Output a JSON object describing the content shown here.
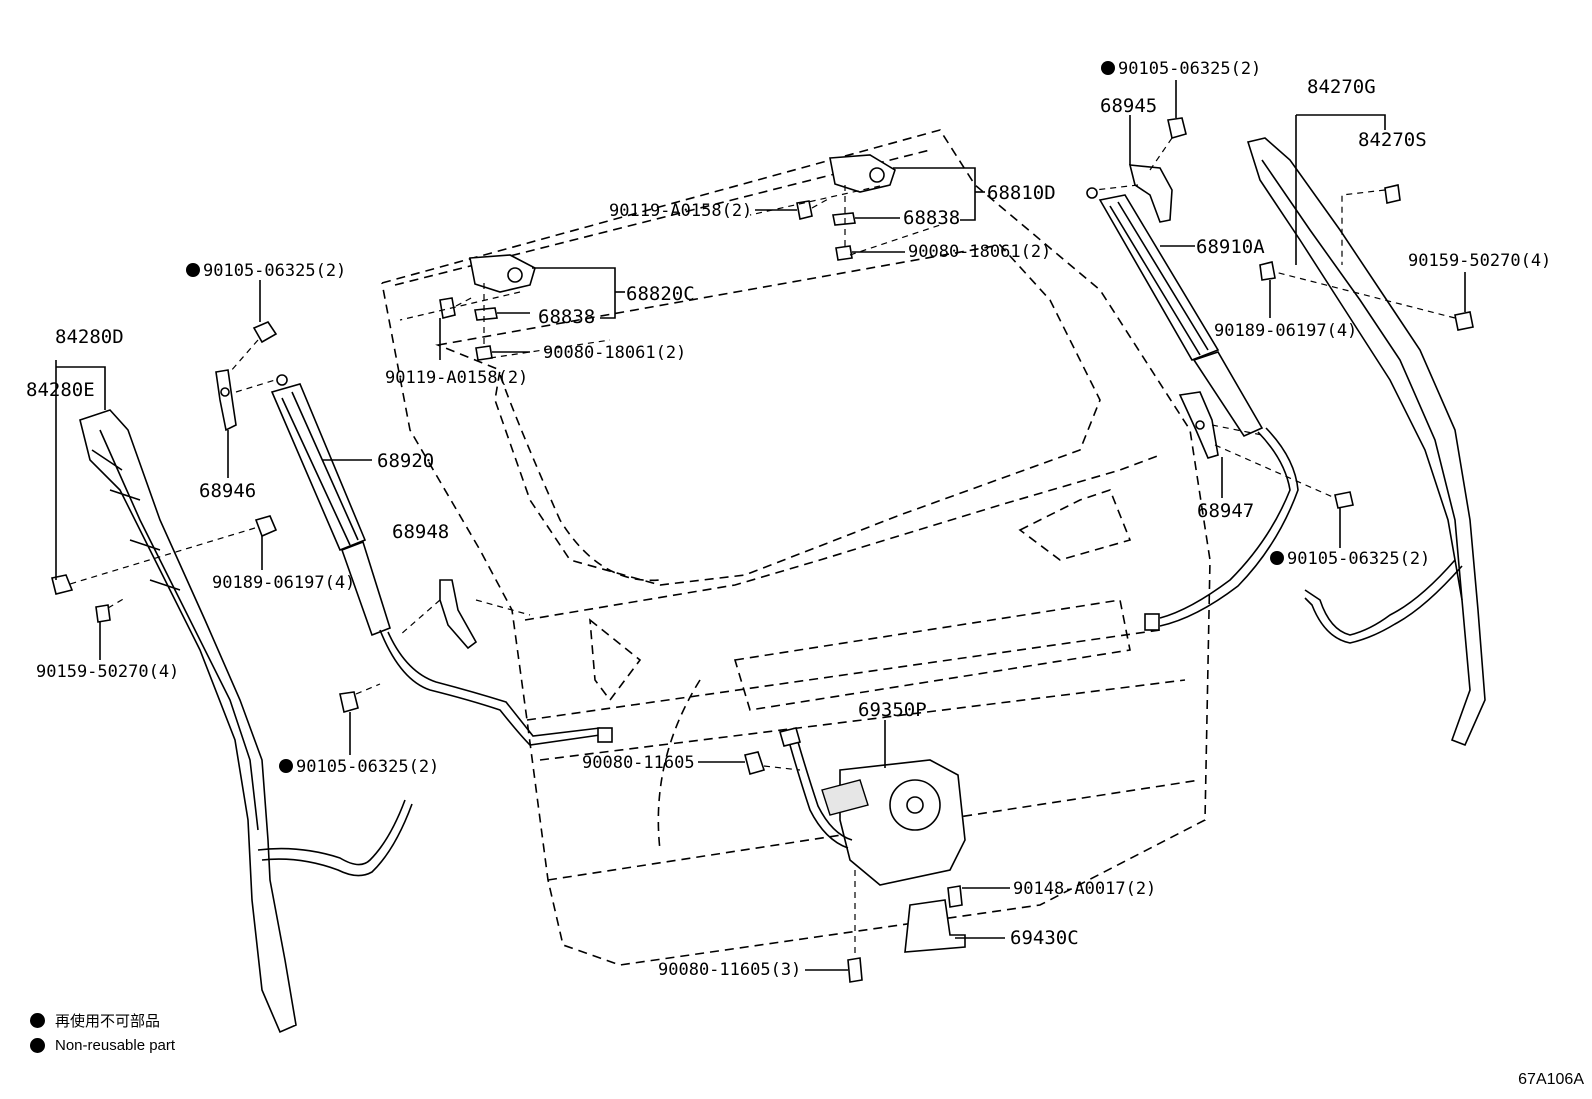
{
  "labels": {
    "p84280D": "84280D",
    "p84280E": "84280E",
    "p90105_a": "90105-06325(2)",
    "p68946": "68946",
    "p68920": "68920",
    "p68948": "68948",
    "p90189_a": "90189-06197(4)",
    "p90159_a": "90159-50270(4)",
    "p90105_b": "90105-06325(2)",
    "p68820C": "68820C",
    "p68838_a": "68838",
    "p90119_a": "90119-A0158(2)",
    "p90080_a": "90080-18061(2)",
    "p90119_b": "90119-A0158(2)",
    "p68838_b": "68838",
    "p68810D": "68810D",
    "p90080_b": "90080-18061(2)",
    "p90105_c": "90105-06325(2)",
    "p68945": "68945",
    "p68910A": "68910A",
    "p84270G": "84270G",
    "p84270S": "84270S",
    "p90159_b": "90159-50270(4)",
    "p90189_b": "90189-06197(4)",
    "p68947": "68947",
    "p90105_d": "90105-06325(2)",
    "p69350P": "69350P",
    "p90080_c": "90080-11605",
    "p90148": "90148-A0017(2)",
    "p69430C": "69430C",
    "p90080_d": "90080-11605(3)"
  },
  "legend": {
    "japanese": "再使用不可部品",
    "english": "Non-reusable part"
  },
  "reference_code": "67A106A",
  "colors": {
    "line": "#000000",
    "background": "#ffffff"
  }
}
